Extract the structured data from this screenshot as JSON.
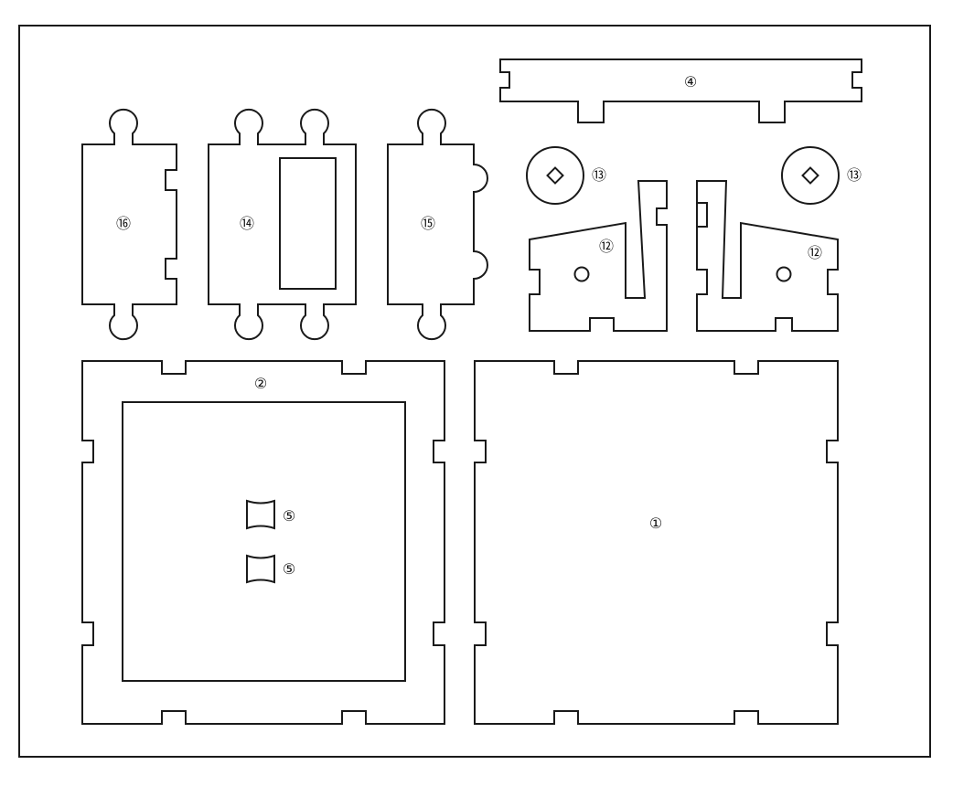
{
  "sheet": {
    "labels": {
      "frame_front": "②",
      "plate": "①",
      "bar": "④",
      "spacer_a": "⑤",
      "spacer_b": "⑤",
      "side_left": "⑯",
      "window_panel": "⑭",
      "side_right": "⑮",
      "disc_left": "⑬",
      "disc_right": "⑬",
      "bracket_left": "⑫",
      "bracket_right": "⑫"
    }
  }
}
